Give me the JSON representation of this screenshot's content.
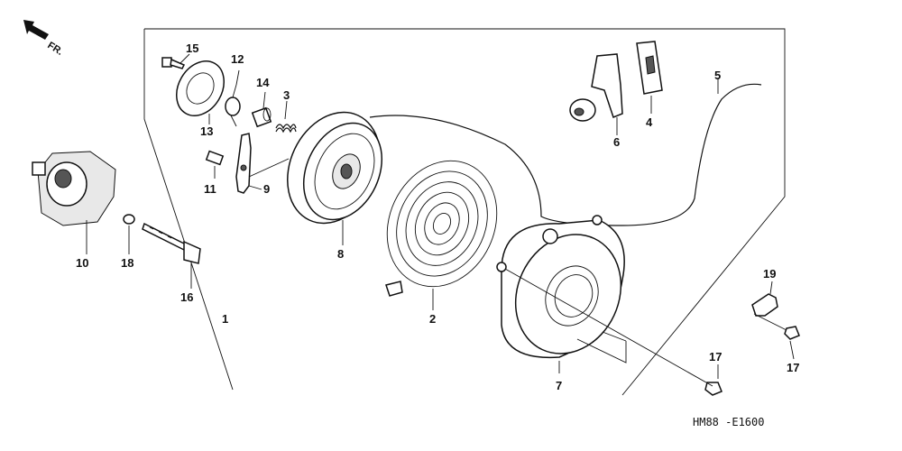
{
  "orientation": {
    "label": "FR."
  },
  "diagram_code": "HM88 -E1600",
  "callouts": {
    "p1": "1",
    "p2": "2",
    "p3": "3",
    "p4": "4",
    "p5": "5",
    "p6": "6",
    "p7": "7",
    "p8": "8",
    "p9": "9",
    "p10": "10",
    "p11": "11",
    "p12": "12",
    "p13": "13",
    "p14": "14",
    "p15": "15",
    "p16": "16",
    "p17a": "17",
    "p17b": "17",
    "p18": "18",
    "p19": "19"
  }
}
